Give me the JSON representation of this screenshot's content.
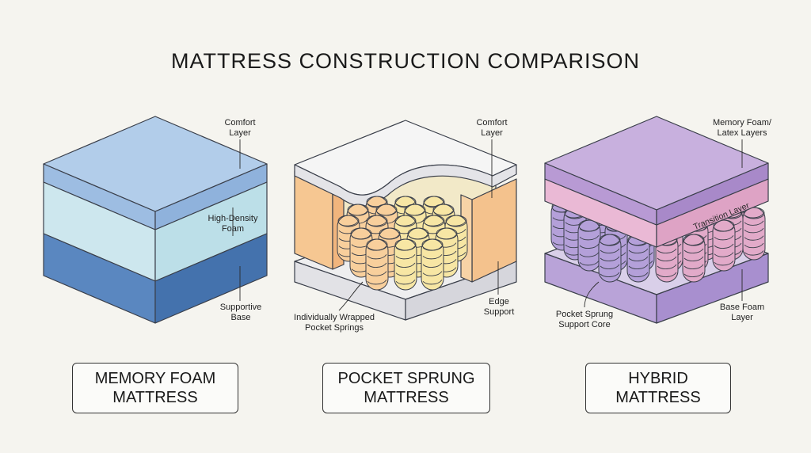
{
  "title": "MATTRESS CONSTRUCTION COMPARISON",
  "colors": {
    "memory_top": "#a7c4e6",
    "memory_mid": "#c4e2ea",
    "memory_base": "#4d7ab5",
    "spring_yellow": "#f7e6a4",
    "spring_orange": "#f8cf9c",
    "hybrid_top": "#c6addb",
    "hybrid_transition": "#e6b5d2",
    "hybrid_spring_purple": "#b4a0d9",
    "hybrid_spring_pink": "#e2aac9",
    "outline": "#3a3f4a"
  },
  "memory_foam": {
    "label_line1": "MEMORY FOAM",
    "label_line2": "MATTRESS",
    "comfort_1": "Comfort",
    "comfort_2": "Layer",
    "density_1": "High-Density",
    "density_2": "Foam",
    "base_1": "Supportive",
    "base_2": "Base"
  },
  "pocket_sprung": {
    "label_line1": "POCKET SPRUNG",
    "label_line2": "MATTRESS",
    "comfort_1": "Comfort",
    "comfort_2": "Layer",
    "springs_1": "Individually Wrapped",
    "springs_2": "Pocket Springs",
    "edge_1": "Edge",
    "edge_2": "Support"
  },
  "hybrid": {
    "label_line1": "HYBRID",
    "label_line2": "MATTRESS",
    "top_1": "Memory Foam/",
    "top_2": "Latex Layers",
    "transition": "Transition Layer",
    "core_1": "Pocket Sprung",
    "core_2": "Support Core",
    "base_1": "Base Foam",
    "base_2": "Layer"
  }
}
